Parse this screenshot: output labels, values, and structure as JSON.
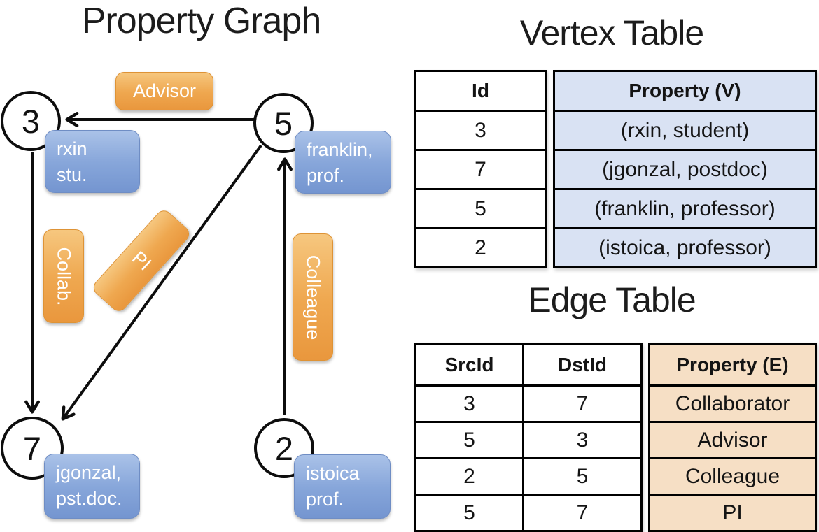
{
  "titles": {
    "graph": "Property Graph",
    "vertex_table": "Vertex Table",
    "edge_table": "Edge Table"
  },
  "graph": {
    "vertices": [
      {
        "id": "3",
        "property_line1": "rxin",
        "property_line2": "stu."
      },
      {
        "id": "5",
        "property_line1": "franklin,",
        "property_line2": "prof."
      },
      {
        "id": "7",
        "property_line1": "jgonzal,",
        "property_line2": "pst.doc."
      },
      {
        "id": "2",
        "property_line1": "istoica",
        "property_line2": "prof."
      }
    ],
    "edges": [
      {
        "from": "5",
        "to": "3",
        "label": "Advisor"
      },
      {
        "from": "3",
        "to": "7",
        "label": "Collab."
      },
      {
        "from": "5",
        "to": "7",
        "label": "PI"
      },
      {
        "from": "2",
        "to": "5",
        "label": "Colleague"
      }
    ]
  },
  "vertex_table": {
    "columns": {
      "id": "Id",
      "property": "Property (V)"
    },
    "rows": [
      {
        "id": "3",
        "property": "(rxin, student)"
      },
      {
        "id": "7",
        "property": "(jgonzal, postdoc)"
      },
      {
        "id": "5",
        "property": "(franklin, professor)"
      },
      {
        "id": "2",
        "property": "(istoica, professor)"
      }
    ]
  },
  "edge_table": {
    "columns": {
      "src": "SrcId",
      "dst": "DstId",
      "property": "Property (E)"
    },
    "rows": [
      {
        "src": "3",
        "dst": "7",
        "property": "Collaborator"
      },
      {
        "src": "5",
        "dst": "3",
        "property": "Advisor"
      },
      {
        "src": "2",
        "dst": "5",
        "property": "Colleague"
      },
      {
        "src": "5",
        "dst": "7",
        "property": "PI"
      }
    ]
  },
  "colors": {
    "vertex_property_fill": "#d9e2f3",
    "edge_property_fill": "#f6dfc5",
    "node_box_blue": "#7e9ed6",
    "edge_box_orange": "#efa850",
    "line_black": "#0d0d0d"
  }
}
